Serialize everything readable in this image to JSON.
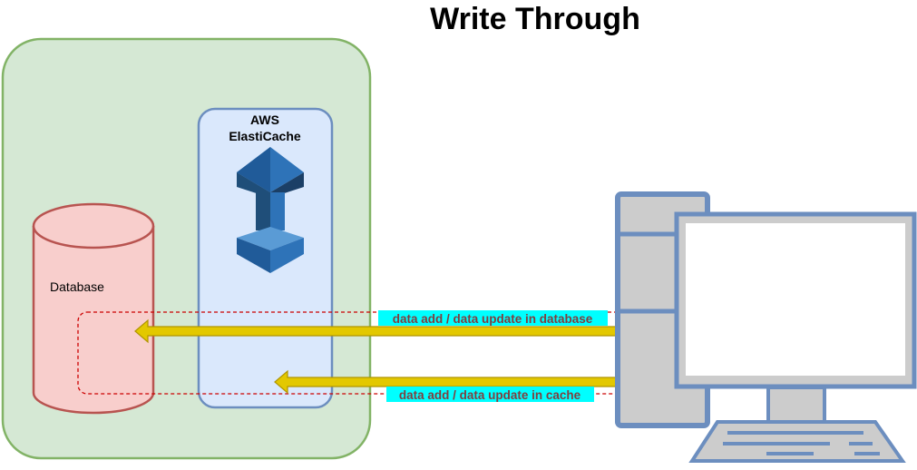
{
  "title": "Write Through",
  "database": {
    "label": "Database"
  },
  "cache": {
    "label_line1": "AWS",
    "label_line2": "ElastiCache",
    "icon": "elasticache-icon"
  },
  "client": {
    "icon": "desktop-computer-icon"
  },
  "arrows": {
    "database_label": "data add / data update in database",
    "cache_label": "data add / data update in cache"
  },
  "colors": {
    "app_zone_fill": "#d5e8d4",
    "app_zone_stroke": "#82b366",
    "cache_fill": "#dae8fc",
    "cache_stroke": "#6c8ebf",
    "database_fill": "#f8cecc",
    "database_stroke": "#b85450",
    "arrow_fill": "#e3c800",
    "label_highlight": "#00ffff",
    "label_text": "#7f3f3f",
    "dashed_box": "#cc0000"
  }
}
